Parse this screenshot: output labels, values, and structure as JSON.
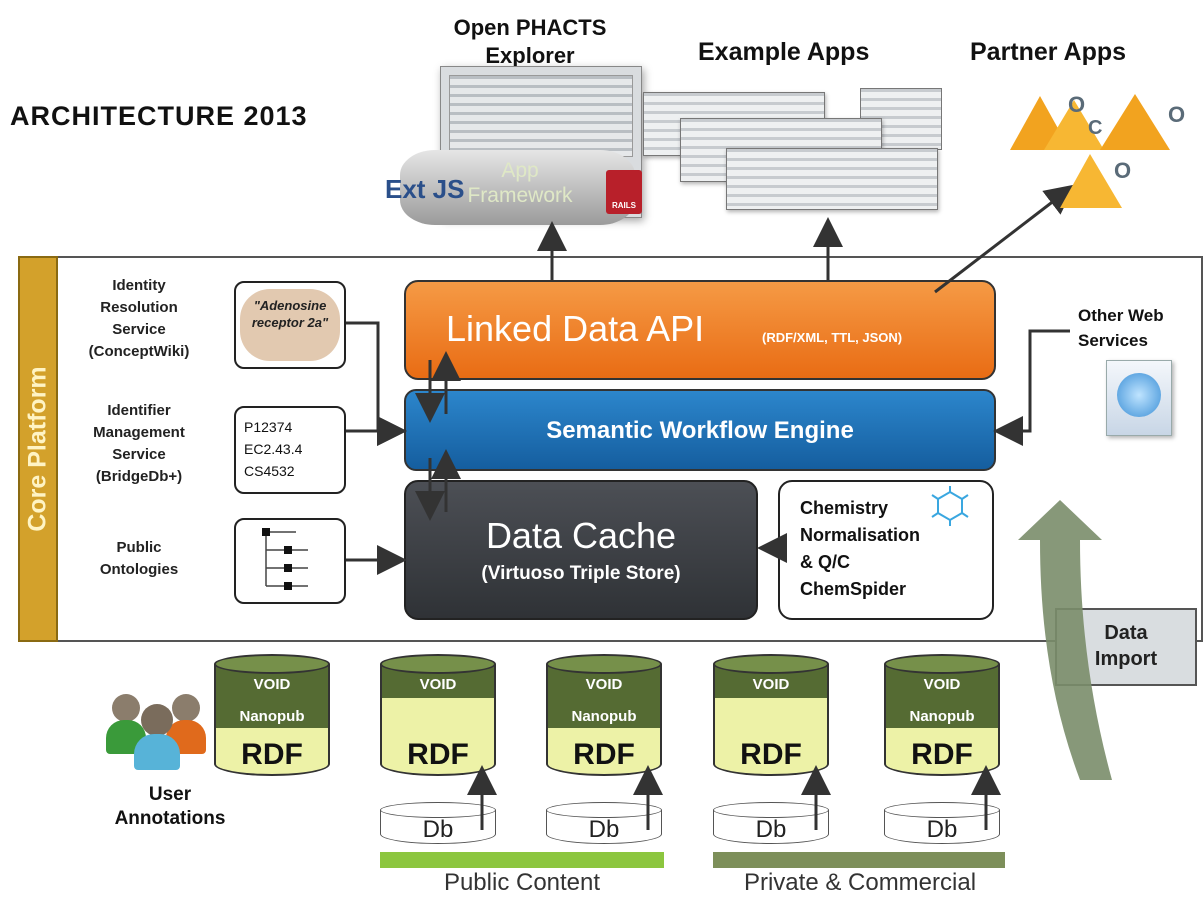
{
  "title": "ARCHITECTURE 2013",
  "top": {
    "explorer_label": "Open PHACTS\nExplorer",
    "example_apps_label": "Example Apps",
    "partner_apps_label": "Partner Apps",
    "extjs_label": "Ext JS",
    "app_framework_label": "App\nFramework",
    "rails_label": "RAILS"
  },
  "core": {
    "side_label": "Core Platform",
    "left_services": [
      {
        "label": "Identity\nResolution\nService\n(ConceptWiki)",
        "box_text": "\"Adenosine\nreceptor 2a\""
      },
      {
        "label": "Identifier\nManagement\nService\n(BridgeDb+)",
        "box_text": "P12374\nEC2.43.4\nCS4532"
      },
      {
        "label": "Public\nOntologies",
        "box_text": ""
      }
    ],
    "linked_data_api": {
      "title": "Linked Data API",
      "formats": "(RDF/XML, TTL, JSON)"
    },
    "workflow_engine": "Semantic Workflow Engine",
    "data_cache": {
      "title": "Data Cache",
      "subtitle": "(Virtuoso Triple Store)"
    },
    "chemistry": "Chemistry\nNormalisation\n& Q/C\nChemSpider",
    "other_web_services": "Other Web\nServices"
  },
  "data_import_label": "Data\nImport",
  "user_annotations_label": "User\nAnnotations",
  "datastores": [
    {
      "void": "VOID",
      "nanopub": "Nanopub",
      "rdf": "RDF",
      "db": ""
    },
    {
      "void": "VOID",
      "nanopub": "",
      "rdf": "RDF",
      "db": "Db"
    },
    {
      "void": "VOID",
      "nanopub": "Nanopub",
      "rdf": "RDF",
      "db": "Db"
    },
    {
      "void": "VOID",
      "nanopub": "",
      "rdf": "RDF",
      "db": "Db"
    },
    {
      "void": "VOID",
      "nanopub": "Nanopub",
      "rdf": "RDF",
      "db": "Db"
    }
  ],
  "groups": {
    "public": "Public Content",
    "private": "Private & Commercial"
  },
  "colors": {
    "orange": "#f07a22",
    "blue": "#1a6fb8",
    "dark": "#3e4146",
    "gold": "#d3a12b",
    "cyl_green": "#556b33",
    "cyl_yellow": "#edf2a7",
    "public_bar": "#8cc63f",
    "private_bar": "#7d8f5a",
    "arrow_green": "#7a8d6a"
  }
}
